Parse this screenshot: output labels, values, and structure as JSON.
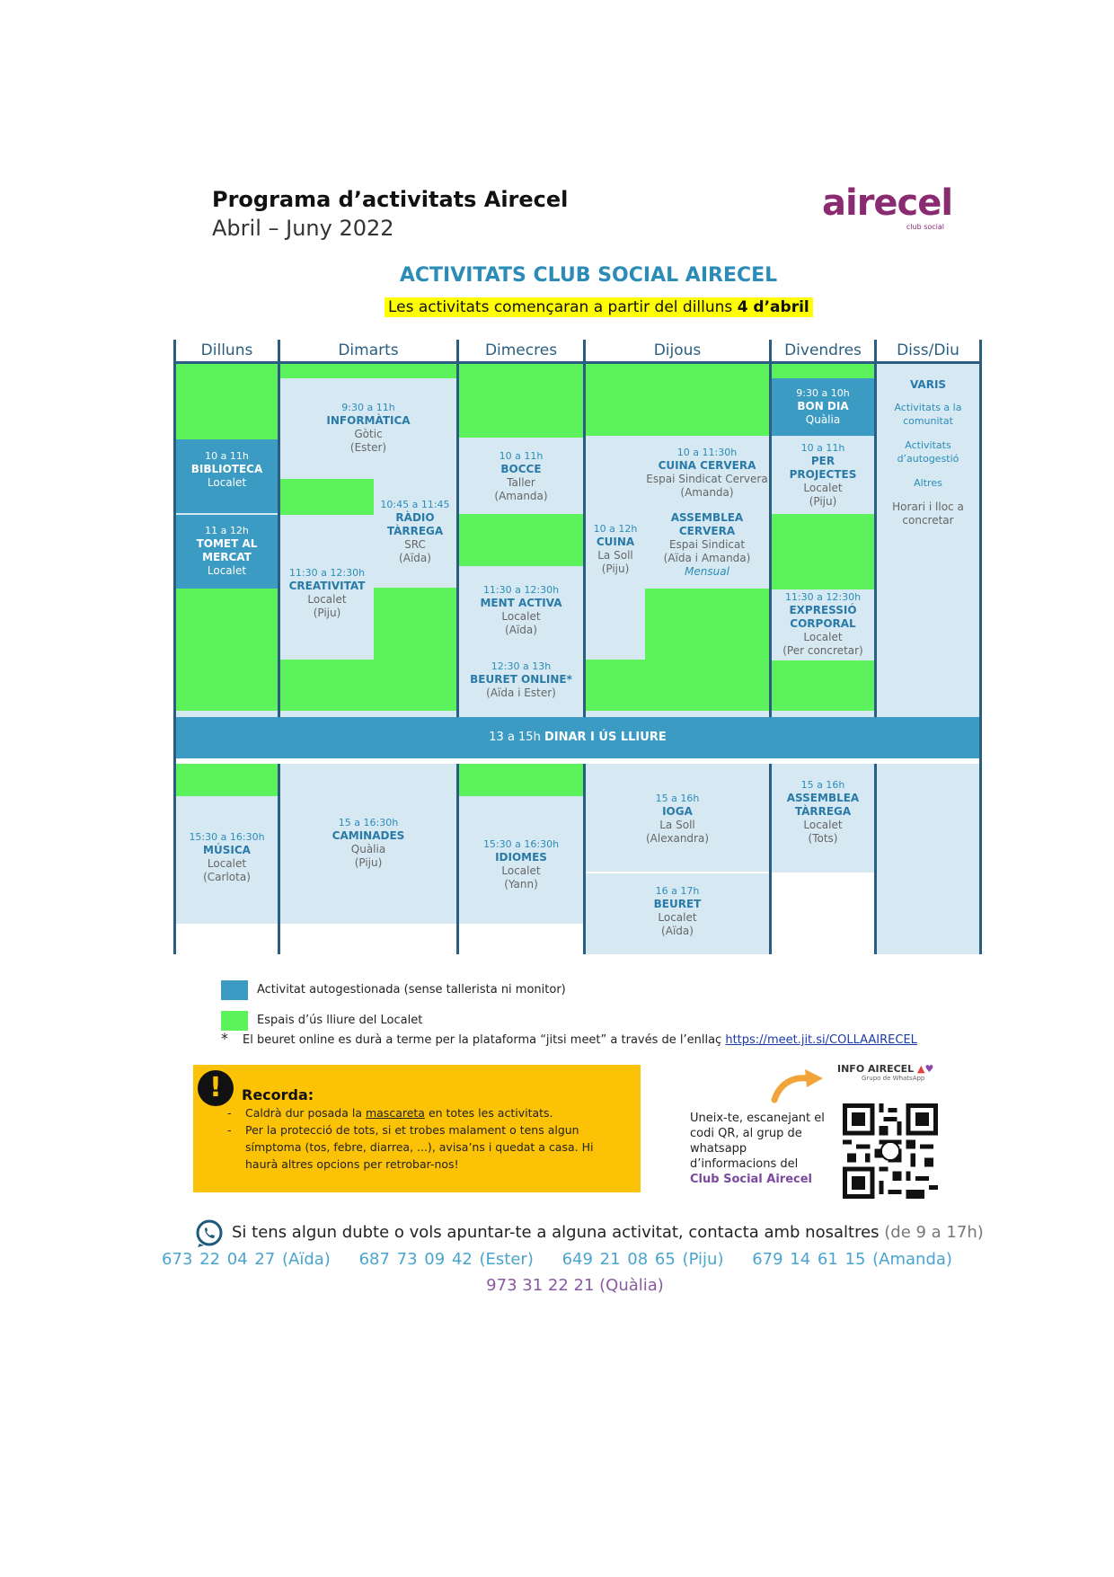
{
  "header": {
    "title": "Programa d’activitats Airecel",
    "subtitle": "Abril – Juny 2022",
    "logo_text": "airecel",
    "logo_sub": "club social"
  },
  "heading": "ACTIVITATS CLUB SOCIAL AIRECEL",
  "start_notice": {
    "text": "Les activitats començaran a partir del  dilluns ",
    "bold": "4 d’abril"
  },
  "days": [
    "Dilluns",
    "Dimarts",
    "Dimecres",
    "Dijous",
    "Divendres",
    "Diss/Diu"
  ],
  "activities": {
    "biblioteca": {
      "time": "10 a 11h",
      "name": "BIBLIOTECA",
      "place": "Localet"
    },
    "tomet": {
      "time": "11 a 12h",
      "name1": "TOMET AL",
      "name2": "MERCAT",
      "place": "Localet"
    },
    "informatica": {
      "time": "9:30 a 11h",
      "name": "INFORMÀTICA",
      "place": "Gòtic",
      "who": "(Ester)"
    },
    "radio": {
      "time": "10:45 a 11:45",
      "name1": "RÀDIO",
      "name2": "TÀRREGA",
      "place": "SRC",
      "who": "(Aïda)"
    },
    "creativitat": {
      "time": "11:30 a 12:30h",
      "name": "CREATIVITAT",
      "place": "Localet",
      "who": "(Piju)"
    },
    "bocce": {
      "time": "10 a 11h",
      "name": "BOCCE",
      "place": "Taller",
      "who": "(Amanda)"
    },
    "ment": {
      "time": "11:30 a 12:30h",
      "name": "MENT ACTIVA",
      "place": "Localet",
      "who": "(Aïda)"
    },
    "beuret_online": {
      "time": "12:30 a 13h",
      "name": "BEURET ONLINE*",
      "who": "(Aïda i Ester)"
    },
    "cuina": {
      "time": "10 a 12h",
      "name": "CUINA",
      "place": "La Soll",
      "who": "(Piju)"
    },
    "cuina_cervera": {
      "time": "10 a 11:30h",
      "name": "CUINA CERVERA",
      "place": "Espai Sindicat Cervera",
      "who": "(Amanda)"
    },
    "assemblea_cervera": {
      "name1": "ASSEMBLEA",
      "name2": "CERVERA",
      "place": "Espai Sindicat",
      "who": "(Aïda i Amanda)",
      "freq": "Mensual"
    },
    "bon_dia": {
      "time": "9:30 a 10h",
      "name": "BON DIA",
      "place": "Quàlia"
    },
    "per_projectes": {
      "time": "10 a 11h",
      "name1": "PER",
      "name2": "PROJECTES",
      "place": "Localet",
      "who": "(Piju)"
    },
    "expressio": {
      "time": "11:30 a 12:30h",
      "name1": "EXPRESSIÓ",
      "name2": "CORPORAL",
      "place": "Localet",
      "who": "(Per concretar)"
    },
    "varis": {
      "name": "VARIS",
      "l1a": "Activitats a la",
      "l1b": "comunitat",
      "l2a": "Activitats",
      "l2b": "d’autogestió",
      "l3": "Altres",
      "l4a": "Horari i lloc a",
      "l4b": "concretar"
    },
    "lunch": {
      "time": "13 a 15h ",
      "name": "DINAR I ÚS LLIURE"
    },
    "musica": {
      "time": "15:30 a 16:30h",
      "name": "MÚSICA",
      "place": "Localet",
      "who": "(Carlota)"
    },
    "caminades": {
      "time": "15 a 16:30h",
      "name": "CAMINADES",
      "place": "Quàlia",
      "who": "(Piju)"
    },
    "idiomes": {
      "time": "15:30 a 16:30h",
      "name": "IDIOMES",
      "place": "Localet",
      "who": "(Yann)"
    },
    "ioga": {
      "time": "15 a 16h",
      "name": "IOGA",
      "place": "La Soll",
      "who": "(Alexandra)"
    },
    "beuret": {
      "time": "16 a 17h",
      "name": "BEURET",
      "place": "Localet",
      "who": "(Aïda)"
    },
    "assemblea_tarrega": {
      "time": "15 a 16h",
      "name1": "ASSEMBLEA",
      "name2": "TÀRREGA",
      "place": "Localet",
      "who": "(Tots)"
    }
  },
  "legend": {
    "self_managed": "Activitat autogestionada (sense tallerista ni monitor)",
    "free_space": "Espais d’ús lliure del Localet"
  },
  "note": {
    "star": "*",
    "text": "El beuret online es durà a terme per la plataforma “jitsi meet” a través de l’enllaç ",
    "link": "https://meet.jit.si/COLLAAIRECEL"
  },
  "remember": {
    "title": "Recorda:",
    "item1_a": "Caldrà dur posada la ",
    "item1_u": "mascareta",
    "item1_b": " en totes les activitats.",
    "item2": "Per la protecció de tots, si et trobes malament o tens algun símptoma (tos, febre, diarrea, ...), avisa’ns i quedat a casa. Hi haurà altres opcions per retrobar-nos!"
  },
  "qr": {
    "text": "Uneix-te, escanejant el codi QR, al grup de whatsapp d’informacions del",
    "bold": "Club Social Airecel",
    "info_title": "INFO AIRECEL",
    "info_sub": "Grupo de WhatsApp"
  },
  "contact": {
    "text": "Si tens algun dubte o vols apuntar-te a alguna activitat, contacta amb nosaltres ",
    "hours": "(de 9 a 17h)",
    "phones": [
      "673 22 04 27 (Aïda)",
      "687 73 09 42 (Ester)",
      "649 21 08 65 (Piju)",
      "679 14 61 15 (Amanda)"
    ],
    "phone_main": "973 31 22 21 (Quàlia)"
  },
  "colors": {
    "green": "#5cf25c",
    "blue": "#3b9bc2",
    "light": "#d6e9f3",
    "navy": "#2a5e80",
    "yellow": "#fcc206"
  }
}
